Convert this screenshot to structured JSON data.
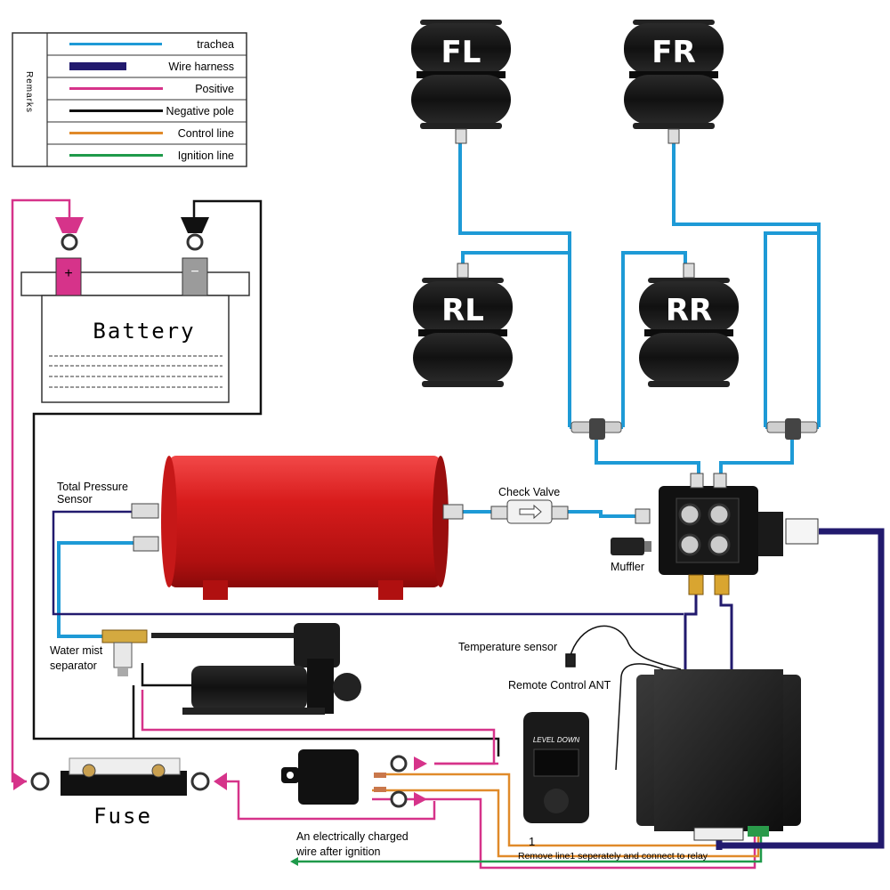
{
  "legend": {
    "title": "Remarks",
    "items": [
      {
        "label": "trachea",
        "color": "#1e9ad6"
      },
      {
        "label": "Wire harness",
        "color": "#221a6e"
      },
      {
        "label": "Positive",
        "color": "#d6338a"
      },
      {
        "label": "Negative pole",
        "color": "#111111"
      },
      {
        "label": "Control line",
        "color": "#e08a2a"
      },
      {
        "label": "Ignition line",
        "color": "#1f9a4a"
      }
    ]
  },
  "airbags": {
    "fl": "FL",
    "fr": "FR",
    "rl": "RL",
    "rr": "RR"
  },
  "battery": {
    "label": "Battery",
    "plus": "+",
    "minus": "−"
  },
  "fuse": {
    "label": "Fuse"
  },
  "labels": {
    "total_pressure_sensor": [
      "Total Pressure",
      "Sensor"
    ],
    "check_valve": "Check Valve",
    "muffler": "Muffler",
    "water_mist_separator": [
      "Water mist",
      "separator"
    ],
    "temperature_sensor": "Temperature sensor",
    "remote_ant": "Remote Control ANT",
    "ignition_wire": [
      "An electrically charged",
      "wire after ignition"
    ],
    "line_number": "1",
    "remove_line": "Remove line1 seperately and connect to relay"
  },
  "remote": {
    "brand": "LEVEL DOWN"
  }
}
